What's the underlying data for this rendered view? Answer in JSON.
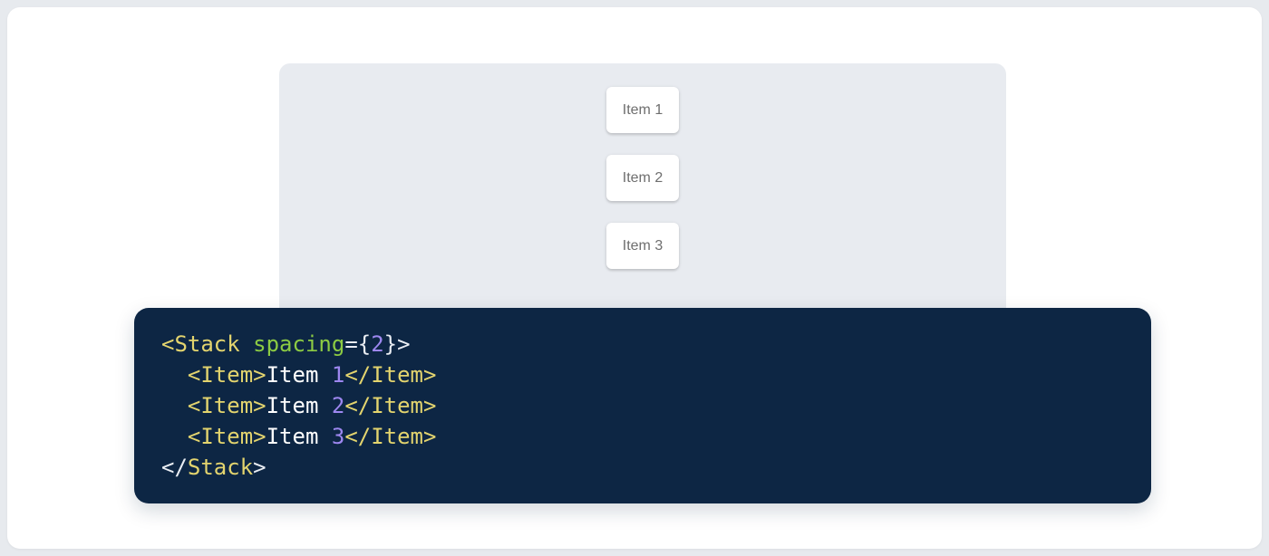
{
  "preview": {
    "items": [
      {
        "label": "Item 1"
      },
      {
        "label": "Item 2"
      },
      {
        "label": "Item 3"
      }
    ]
  },
  "code": {
    "language": "jsx",
    "text": "<Stack spacing={2}>\n  <Item>Item 1</Item>\n  <Item>Item 2</Item>\n  <Item>Item 3</Item>\n</Stack>",
    "lines": [
      {
        "tokens": [
          {
            "c": "tag",
            "t": "<Stack"
          },
          {
            "c": "plain",
            "t": " "
          },
          {
            "c": "attr-name",
            "t": "spacing"
          },
          {
            "c": "punctuation",
            "t": "={"
          },
          {
            "c": "number",
            "t": "2"
          },
          {
            "c": "punctuation",
            "t": "}>"
          }
        ]
      },
      {
        "tokens": [
          {
            "c": "plain",
            "t": "  "
          },
          {
            "c": "tag",
            "t": "<Item>"
          },
          {
            "c": "plain",
            "t": "Item "
          },
          {
            "c": "number",
            "t": "1"
          },
          {
            "c": "tag",
            "t": "</Item>"
          }
        ]
      },
      {
        "tokens": [
          {
            "c": "plain",
            "t": "  "
          },
          {
            "c": "tag",
            "t": "<Item>"
          },
          {
            "c": "plain",
            "t": "Item "
          },
          {
            "c": "number",
            "t": "2"
          },
          {
            "c": "tag",
            "t": "</Item>"
          }
        ]
      },
      {
        "tokens": [
          {
            "c": "plain",
            "t": "  "
          },
          {
            "c": "tag",
            "t": "<Item>"
          },
          {
            "c": "plain",
            "t": "Item "
          },
          {
            "c": "number",
            "t": "3"
          },
          {
            "c": "tag",
            "t": "</Item>"
          }
        ]
      },
      {
        "tokens": [
          {
            "c": "punctuation",
            "t": "</"
          },
          {
            "c": "tag",
            "t": "Stack"
          },
          {
            "c": "punctuation",
            "t": ">"
          }
        ]
      }
    ]
  },
  "colors": {
    "page_background": "#e7eaee",
    "card_background": "#ffffff",
    "panel_background": "#e8ebf0",
    "item_background": "#ffffff",
    "item_text": "#6e6e6e",
    "code_background": "#0d2644",
    "syntax": {
      "tag": "#e3d46e",
      "attr-name": "#8ccb43",
      "number": "#9d87f0",
      "punctuation": "#e9edf3",
      "plain": "#ffffff"
    }
  }
}
